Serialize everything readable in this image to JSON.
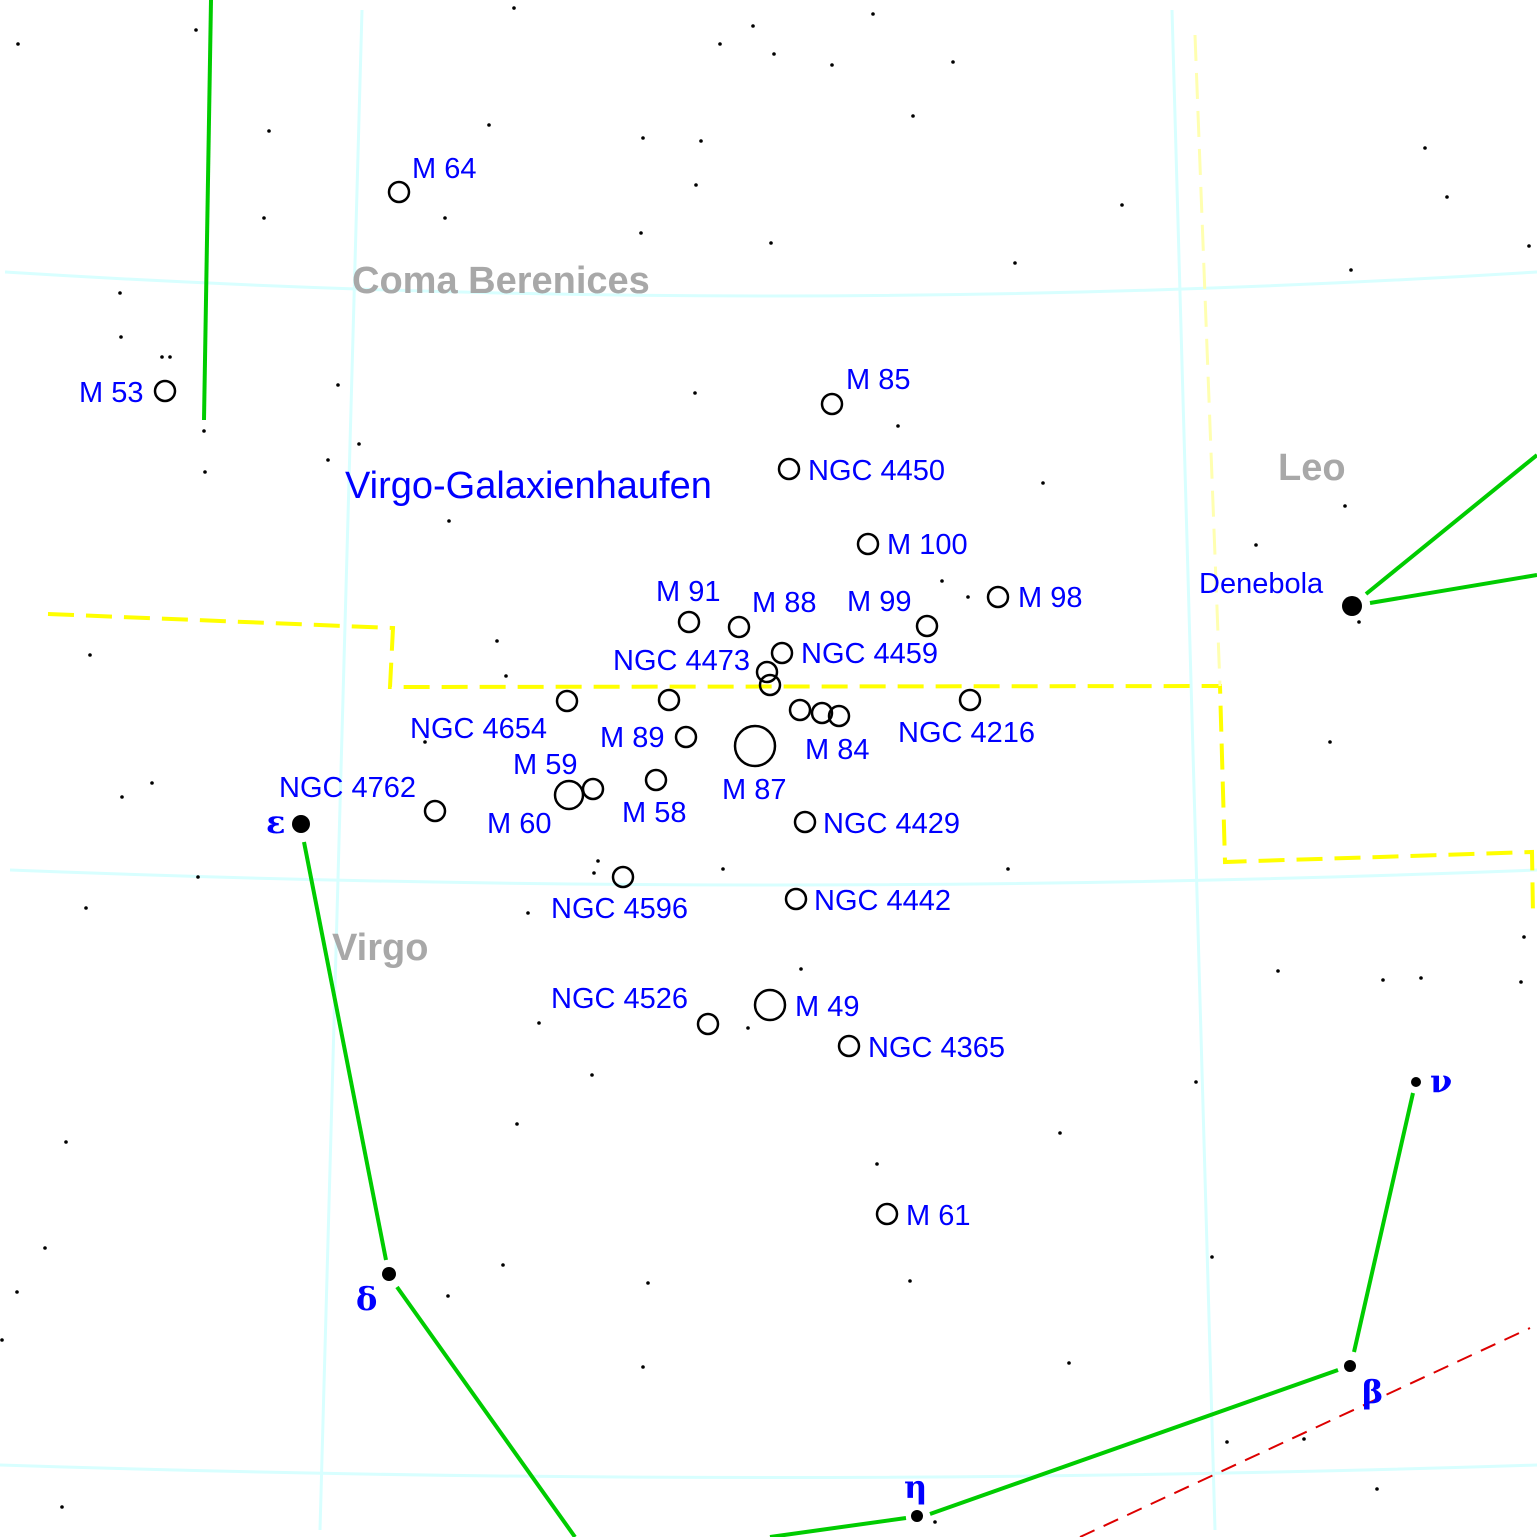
{
  "constellations": {
    "coma": "Coma Berenices",
    "leo": "Leo",
    "virgo": "Virgo"
  },
  "cluster_label": "Virgo-Galaxienhaufen",
  "stars": {
    "denebola": "Denebola",
    "epsilon": "ε",
    "delta": "δ",
    "eta": "η",
    "beta": "β",
    "nu": "ν"
  },
  "objects": {
    "m64": "M 64",
    "m53": "M 53",
    "m85": "M 85",
    "ngc4450": "NGC 4450",
    "m100": "M 100",
    "m91": "M 91",
    "m88": "M 88",
    "m99": "M 99",
    "m98": "M 98",
    "ngc4473": "NGC 4473",
    "ngc4459": "NGC 4459",
    "ngc4654": "NGC 4654",
    "m89": "M 89",
    "m84": "M 84",
    "ngc4216": "NGC 4216",
    "m59": "M 59",
    "ngc4762": "NGC 4762",
    "m87": "M 87",
    "m58": "M 58",
    "m60": "M 60",
    "ngc4429": "NGC 4429",
    "ngc4596": "NGC 4596",
    "ngc4442": "NGC 4442",
    "ngc4526": "NGC 4526",
    "m49": "M 49",
    "ngc4365": "NGC 4365",
    "m61": "M 61"
  },
  "colors": {
    "stick": "#00cc00",
    "boundary": "#ffff00",
    "ecliptic": "#dd0000",
    "grid": "#d8ffff",
    "label": "#0000ff"
  }
}
